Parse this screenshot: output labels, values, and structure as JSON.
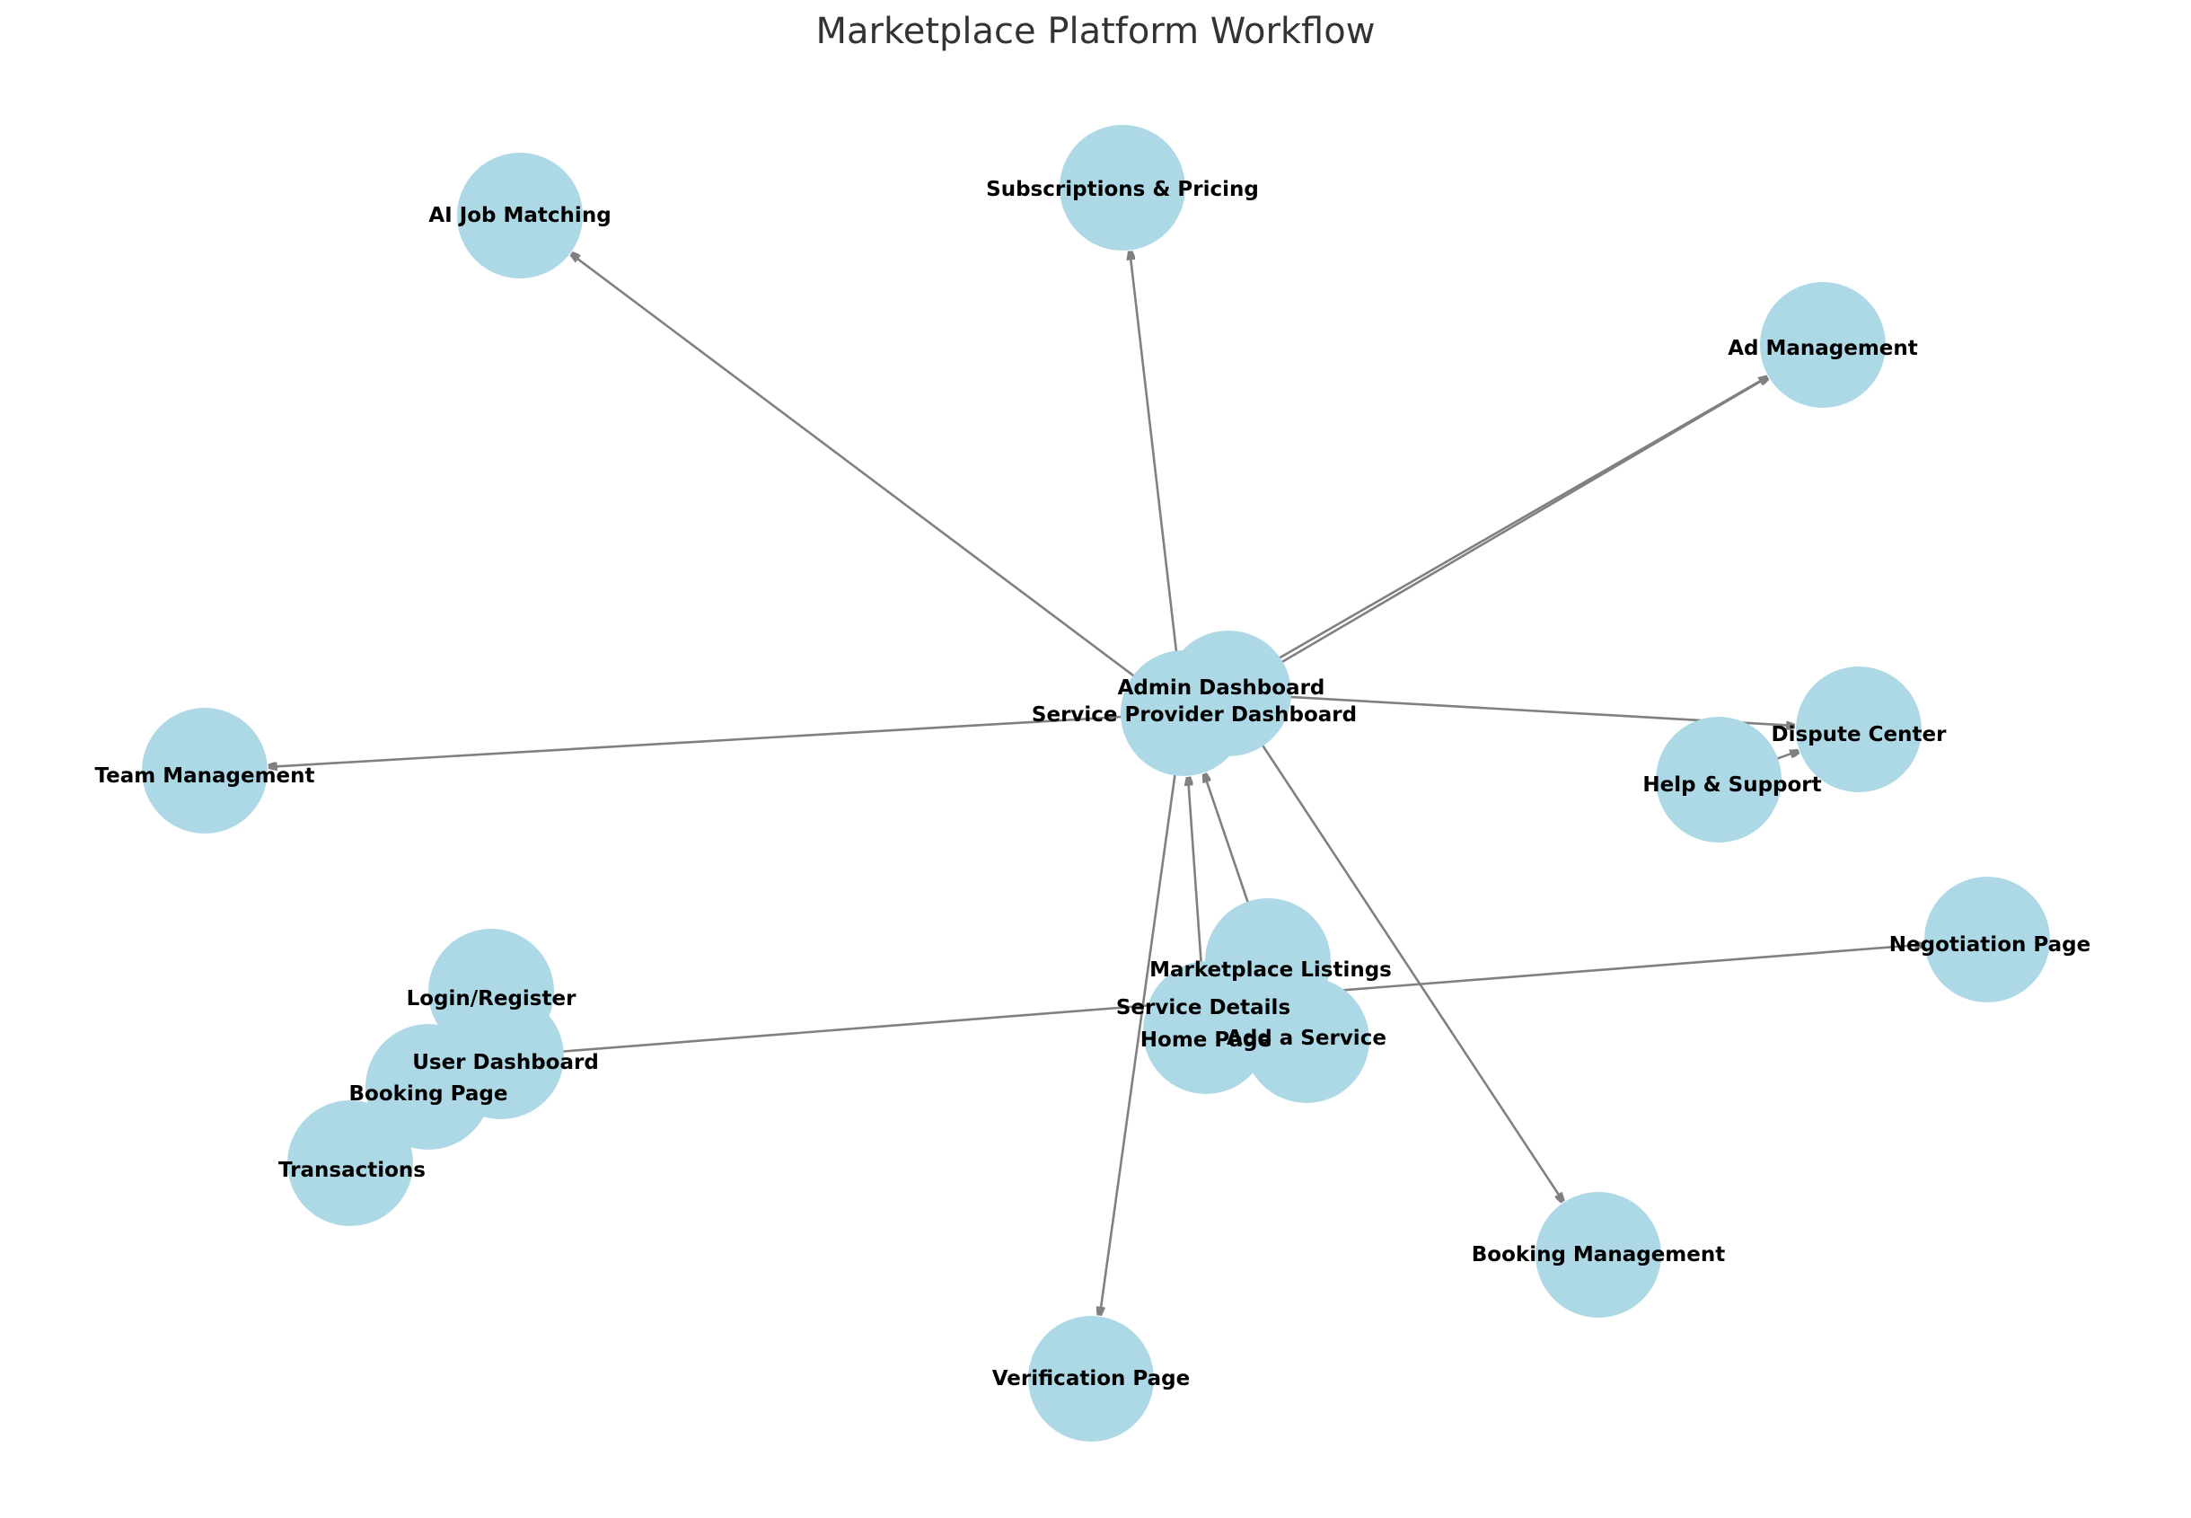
{
  "title": "Marketplace Platform Workflow",
  "colors": {
    "node_fill": "#add8e6",
    "edge": "#808080",
    "label": "#000000",
    "title": "#333333",
    "background": "#ffffff"
  },
  "nodes": [
    {
      "id": "ai_job_matching",
      "label": "AI Job Matching"
    },
    {
      "id": "subscriptions",
      "label": "Subscriptions & Pricing"
    },
    {
      "id": "ad_management",
      "label": "Ad Management"
    },
    {
      "id": "admin_dashboard",
      "label": "Admin Dashboard"
    },
    {
      "id": "sp_dashboard",
      "label": "Service Provider Dashboard"
    },
    {
      "id": "team_management",
      "label": "Team Management"
    },
    {
      "id": "dispute_center",
      "label": "Dispute Center"
    },
    {
      "id": "help_support",
      "label": "Help & Support"
    },
    {
      "id": "negotiation_page",
      "label": "Negotiation Page"
    },
    {
      "id": "marketplace_listings",
      "label": "Marketplace Listings"
    },
    {
      "id": "service_details",
      "label": "Service Details"
    },
    {
      "id": "home_page",
      "label": "Home Page"
    },
    {
      "id": "add_service",
      "label": "Add a Service"
    },
    {
      "id": "login_register",
      "label": "Login/Register"
    },
    {
      "id": "user_dashboard",
      "label": "User Dashboard"
    },
    {
      "id": "booking_page",
      "label": "Booking Page"
    },
    {
      "id": "transactions",
      "label": "Transactions"
    },
    {
      "id": "booking_management",
      "label": "Booking Management"
    },
    {
      "id": "verification_page",
      "label": "Verification Page"
    }
  ],
  "edges": [
    {
      "from": "sp_dashboard",
      "to": "ai_job_matching"
    },
    {
      "from": "sp_dashboard",
      "to": "subscriptions"
    },
    {
      "from": "admin_dashboard",
      "to": "ad_management"
    },
    {
      "from": "sp_dashboard",
      "to": "ad_management"
    },
    {
      "from": "sp_dashboard",
      "to": "team_management"
    },
    {
      "from": "admin_dashboard",
      "to": "dispute_center"
    },
    {
      "from": "help_support",
      "to": "dispute_center"
    },
    {
      "from": "marketplace_listings",
      "to": "sp_dashboard"
    },
    {
      "from": "home_page",
      "to": "sp_dashboard"
    },
    {
      "from": "sp_dashboard",
      "to": "verification_page"
    },
    {
      "from": "admin_dashboard",
      "to": "booking_management"
    },
    {
      "from": "user_dashboard",
      "to": "negotiation_page"
    }
  ]
}
